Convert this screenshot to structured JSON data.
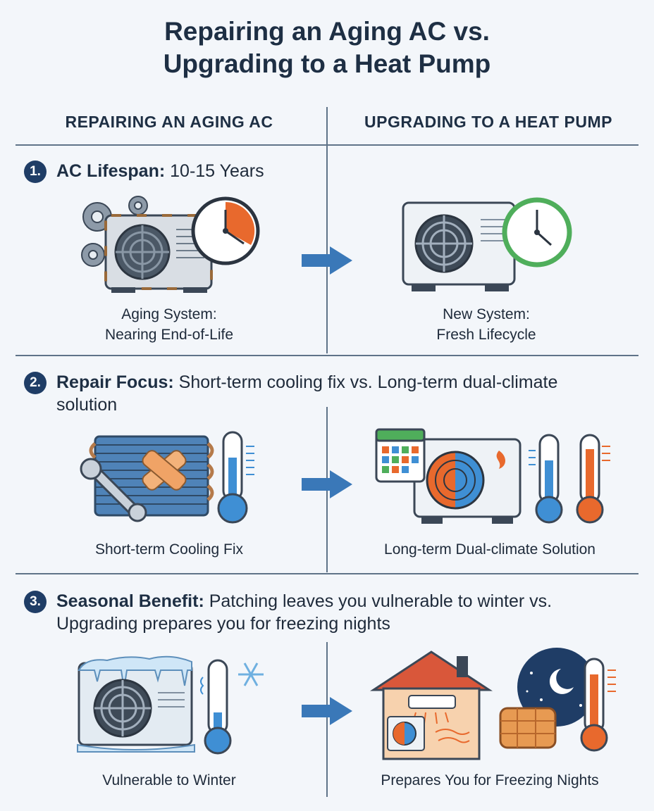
{
  "title_line1": "Repairing an Aging AC vs.",
  "title_line2": "Upgrading to a Heat Pump",
  "columns": {
    "left": "REPAIRING AN AGING AC",
    "right": "UPGRADING TO A HEAT PUMP"
  },
  "sections": [
    {
      "number": "1.",
      "label": "AC Lifespan:",
      "text": " 10-15 Years",
      "left_caption": [
        "Aging System:",
        "Nearing End-of-Life"
      ],
      "right_caption": [
        "New System:",
        "Fresh Lifecycle"
      ]
    },
    {
      "number": "2.",
      "label": "Repair Focus:",
      "text": " Short-term cooling fix vs. Long-term dual-climate solution",
      "left_caption": [
        "Short-term Cooling Fix"
      ],
      "right_caption": [
        "Long-term Dual-climate Solution"
      ]
    },
    {
      "number": "3.",
      "label": "Seasonal Benefit:",
      "text": " Patching leaves you vulnerable to winter vs. Upgrading prepares you for freezing nights",
      "left_caption": [
        "Vulnerable to Winter"
      ],
      "right_caption": [
        "Prepares You for Freezing Nights"
      ]
    }
  ],
  "colors": {
    "navy": "#1f3d66",
    "arrow": "#3a78b8",
    "cold": "#3f8fd4",
    "hot": "#e8692d",
    "fresh": "#4fae5b",
    "rust": "#9a6a3a"
  }
}
